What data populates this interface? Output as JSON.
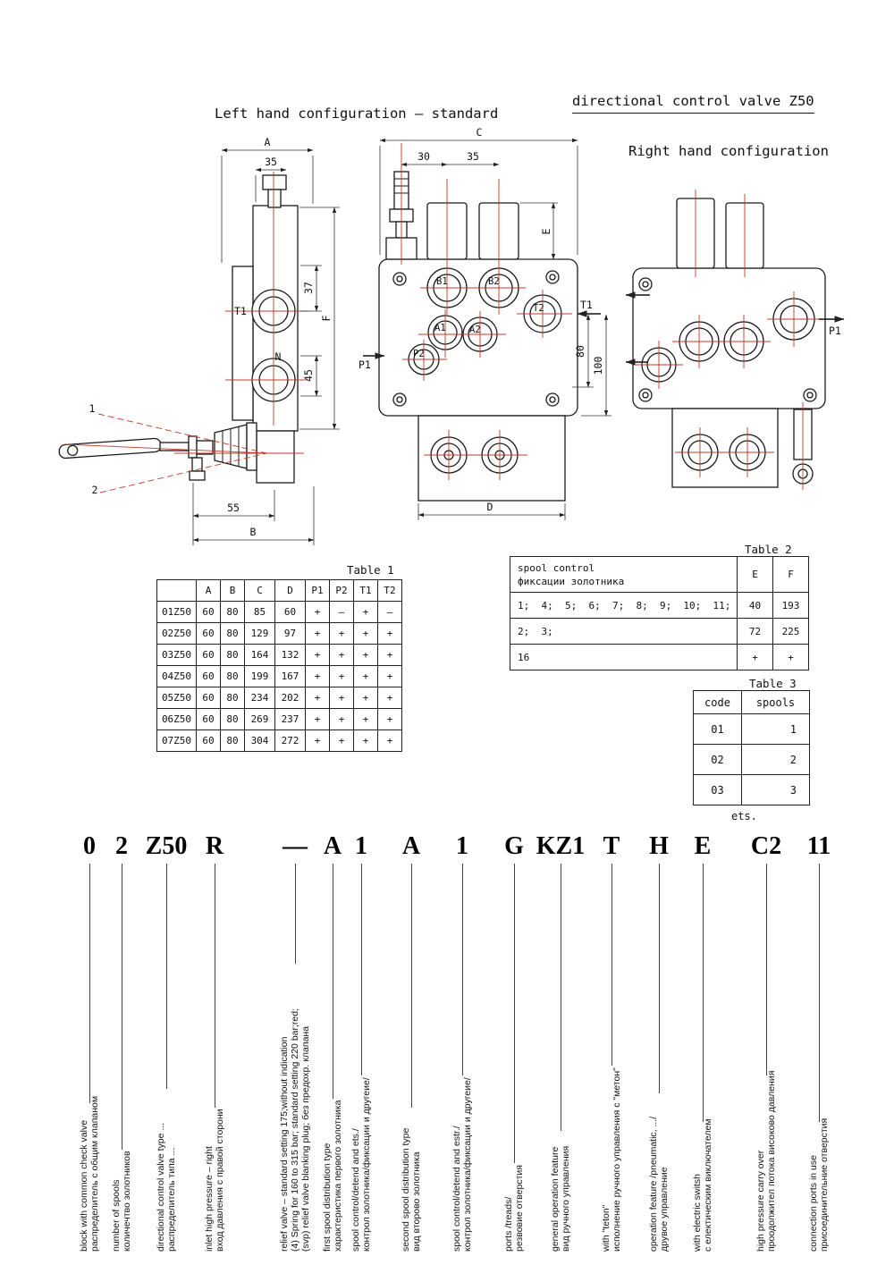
{
  "titles": {
    "left_config": "Left hand configuration — standard",
    "main": "directional control valve Z50",
    "right_config": "Right hand configuration"
  },
  "colors": {
    "line": "#1a1a1a",
    "centerline": "#c0392b",
    "dim": "#333333"
  },
  "drawing": {
    "left": {
      "dim_a": "A",
      "dim_35": "35",
      "dim_37": "37",
      "dim_45": "45",
      "dim_f": "F",
      "dim_55": "55",
      "dim_b": "B",
      "port_t1": "T1",
      "port_n": "N",
      "lever_pos_1": "1",
      "lever_pos_2": "2"
    },
    "middle": {
      "dim_c": "C",
      "dim_30": "30",
      "dim_35": "35",
      "dim_e": "E",
      "dim_80": "80",
      "dim_100": "100",
      "dim_d": "D",
      "port_b1": "B1",
      "port_b2": "B2",
      "port_a1": "A1",
      "port_a2": "A2",
      "port_p1": "P1",
      "port_p2": "P2",
      "port_t1": "T1",
      "port_t2": "T2"
    },
    "right": {
      "port_p1": "P1"
    }
  },
  "table1": {
    "title": "Table 1",
    "headers": [
      "A",
      "B",
      "C",
      "D",
      "P1",
      "P2",
      "T1",
      "T2"
    ],
    "rows": [
      [
        "01Z50",
        "60",
        "80",
        "85",
        "60",
        "+",
        "–",
        "+",
        "–"
      ],
      [
        "02Z50",
        "60",
        "80",
        "129",
        "97",
        "+",
        "+",
        "+",
        "+"
      ],
      [
        "03Z50",
        "60",
        "80",
        "164",
        "132",
        "+",
        "+",
        "+",
        "+"
      ],
      [
        "04Z50",
        "60",
        "80",
        "199",
        "167",
        "+",
        "+",
        "+",
        "+"
      ],
      [
        "05Z50",
        "60",
        "80",
        "234",
        "202",
        "+",
        "+",
        "+",
        "+"
      ],
      [
        "06Z50",
        "60",
        "80",
        "269",
        "237",
        "+",
        "+",
        "+",
        "+"
      ],
      [
        "07Z50",
        "60",
        "80",
        "304",
        "272",
        "+",
        "+",
        "+",
        "+"
      ]
    ]
  },
  "table2": {
    "title": "Table 2",
    "header": [
      "spool control\nфиксации золотника",
      "E",
      "F"
    ],
    "rows": [
      [
        "1;  4;  5;  6;  7;  8;  9;  10;  11;",
        "40",
        "193"
      ],
      [
        "2;  3;",
        "72",
        "225"
      ],
      [
        "16",
        "+",
        "+"
      ]
    ]
  },
  "table3": {
    "title": "Table 3",
    "headers": [
      "code",
      "spools"
    ],
    "rows": [
      [
        "01",
        "1"
      ],
      [
        "02",
        "2"
      ],
      [
        "03",
        "3"
      ]
    ],
    "footer": "ets."
  },
  "code": {
    "segments": [
      "0",
      "2",
      "Z50",
      "R",
      "—",
      "A",
      "1",
      "A",
      "1",
      "G",
      "KZ1",
      "T",
      "H",
      "E",
      "C2",
      "11"
    ],
    "labels": [
      "block with common check valve\nраспределитель с общим клапаном",
      "number of spools\nколичечтво золотников",
      "directional control valve type ...\nраспределитель типа ...",
      "inlet high pressure – right\nвход давления с правой сторони",
      "relief valve – standard setting 175;without indication\n(4) Spring for 160 to 315 bar; standard setting 220 bar;red;\n(svp) relief valve blanking plug; без предохр. клапана",
      "first spool distribution type\nхарактеристика первого золотника",
      "spool control/detend and ets./\nконтрол золотника/фиксации и другеие/",
      "second spool distribution type\nвид второво золотника",
      "spool control/detend and estr./\nконтрол золотника/фиксации и другеие/",
      "ports /treads/\nрезвовие отверстия",
      "general operation feature\nвид ручного управления",
      "with \"teton\"\nисполнение ручного управления с \"метон\"",
      "operation feature /pneumatic, .../\nдрувое управление",
      "with electric switsh\nс електическим виключателем",
      "high pressure carry over\nпроодолжител потока високово давления",
      "connection ports in use\nприсоединительние отверстия"
    ]
  }
}
